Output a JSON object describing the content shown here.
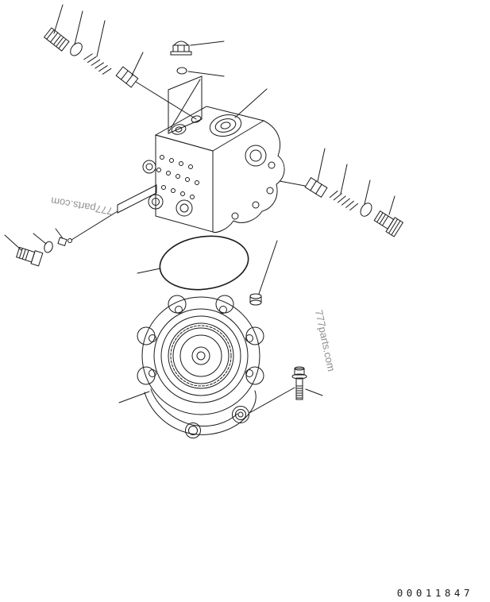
{
  "colors": {
    "ink": "#1a1a1a",
    "watermark": "#8f8f8f",
    "part_number": "#1a1a1a"
  },
  "watermarks": {
    "left": "777parts.com",
    "right": "777parts.com"
  },
  "footer": {
    "part_number": "00011847"
  }
}
